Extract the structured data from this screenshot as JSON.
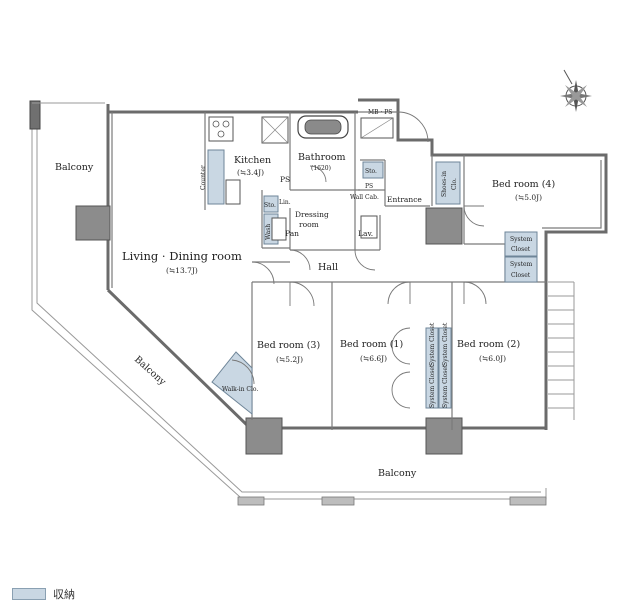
{
  "rooms": {
    "balcony_west": "Balcony",
    "balcony_diag": "Balcony",
    "balcony_south": "Balcony",
    "living": "Living · Dining room",
    "living_size": "(≒13.7J)",
    "kitchen": "Kitchen",
    "kitchen_size": "(≒3.4J)",
    "counter": "Counter",
    "bathroom": "Bathroom",
    "bathroom_size": "(1620)",
    "ps_kitchen": "PS",
    "ps_entrance": "PS",
    "dressing": "Dressing",
    "dressing_room": "room",
    "pan": "Pan",
    "lav": "Lav.",
    "lin": "Lin.",
    "sto_dressing": "Sto.",
    "wash": "Wash",
    "hall": "Hall",
    "entrance": "Entrance",
    "sto_entrance": "Sto.",
    "wall_cab": "Wall Cab.",
    "shoes_in": "Shoes-in",
    "shoes_clo": "Clo.",
    "mb_ps": "MB · PS",
    "bed4": "Bed room (4)",
    "bed4_size": "(≒5.0J)",
    "system_closet_a_1": "System",
    "system_closet_a_2": "Closet",
    "system_closet_b_1": "System",
    "system_closet_b_2": "Closet",
    "bed3": "Bed room (3)",
    "bed3_size": "(≒5.2J)",
    "walkin": "Walk-in Clo.",
    "bed1": "Bed room (1)",
    "bed1_size": "(≒6.6J)",
    "bed2": "Bed room (2)",
    "bed2_size": "(≒6.0J)",
    "system_closet_c": "System Closet",
    "system_closet_d": "System Closet",
    "system_closet_e": "System Closet",
    "system_closet_f": "System Closet"
  },
  "legend": {
    "storage_label": "収納"
  },
  "colors": {
    "storage": "#c9d7e3",
    "wall": "#6b6b6b",
    "pillar": "#8c8c8c"
  },
  "icons": {
    "north_arrow": "compass-rose-icon"
  }
}
